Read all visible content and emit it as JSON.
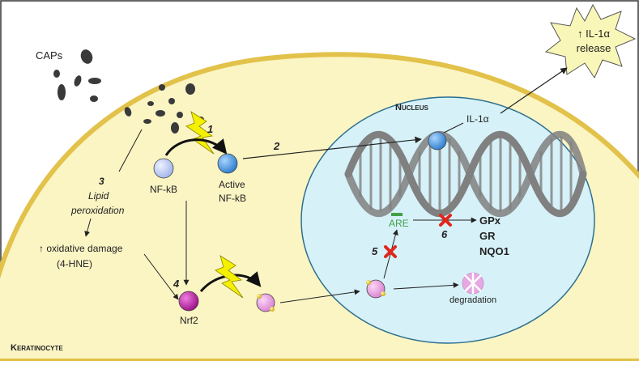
{
  "labels": {
    "caps": "CAPs",
    "il1a_release_line1": "↑ IL-1α",
    "il1a_release_line2": "release",
    "nucleus": "Nucleus",
    "il1a": "IL-1α",
    "nfkb": "NF-kB",
    "active_nfkb_line1": "Active",
    "active_nfkb_line2": "NF-kB",
    "lipid_num": "3",
    "lipid_line1": "Lipid",
    "lipid_line2": "peroxidation",
    "oxidative_line1": "↑ oxidative damage",
    "oxidative_line2": "(4-HNE)",
    "nrf2": "Nrf2",
    "are": "ARE",
    "gpx": "GPx",
    "gr": "GR",
    "nqo1": "NQO1",
    "degradation": "degradation",
    "keratinocyte": "Keratinocyte",
    "step1": "1",
    "step2": "2",
    "step4": "4",
    "step5": "5",
    "step6": "6"
  },
  "colors": {
    "cell_fill": "#fbf5c4",
    "cell_stroke": "#e2c24a",
    "nucleus_fill": "#d6f1f8",
    "nucleus_stroke": "#2e6f8e",
    "nfkb": "#b9c9f0",
    "active_nfkb": "#3d8fdc",
    "nrf2": "#c21aa8",
    "nrf2_modified": "#e99be0",
    "are_text": "#43a047",
    "lightning": "#f4f000",
    "x_mark": "#e0271c",
    "dna": "#808080",
    "star_fill": "#f9f7b8"
  }
}
